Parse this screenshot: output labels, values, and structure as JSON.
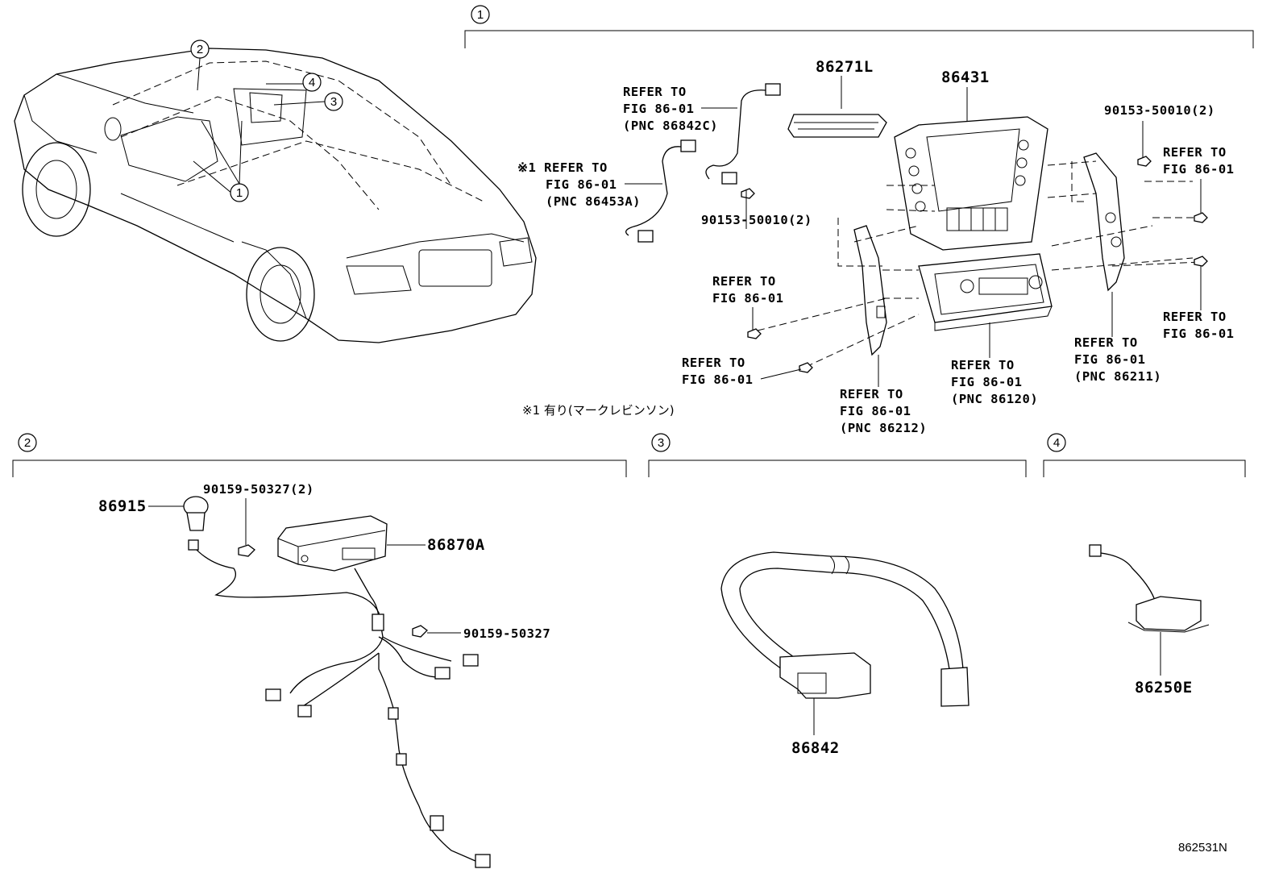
{
  "sections": {
    "s1": "1",
    "s2": "2",
    "s3": "3",
    "s4": "4"
  },
  "car_callouts": [
    "2",
    "4",
    "3",
    "1",
    "1"
  ],
  "refer_to_fig_line1": "REFER TO",
  "refer_to_fig_line2": "FIG 86-01",
  "section1": {
    "part_86271L": "86271L",
    "part_86431": "86431",
    "bolt_left": "90153-50010(2)",
    "bolt_right": "90153-50010(2)",
    "pnc_86842C": "(PNC 86842C)",
    "note1_line1": "※1 REFER TO",
    "pnc_86453A": "(PNC 86453A)",
    "pnc_86211": "(PNC 86211)",
    "pnc_86120": "(PNC 86120)",
    "pnc_86212": "(PNC 86212)",
    "footnote": "※1 有り(マークレビンソン)"
  },
  "section2": {
    "part_86915": "86915",
    "bolt_2": "90159-50327(2)",
    "part_86870A": "86870A",
    "bolt_1": "90159-50327"
  },
  "section3": {
    "part_86842": "86842"
  },
  "section4": {
    "part_86250E": "86250E"
  },
  "illustration_id": "862531N"
}
